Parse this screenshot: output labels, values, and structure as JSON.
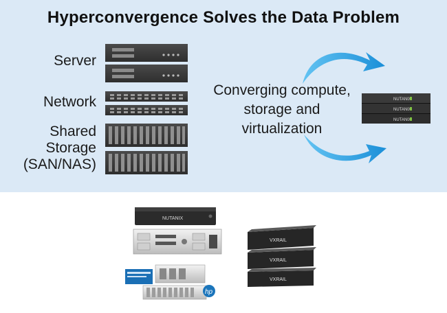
{
  "title": "Hyperconvergence Solves the Data Problem",
  "labels": {
    "server": "Server",
    "network": "Network",
    "storage_line1": "Shared",
    "storage_line2": "Storage",
    "storage_line3": "(SAN/NAS)"
  },
  "converge_text": {
    "line1": "Converging compute,",
    "line2": "storage and",
    "line3": "virtualization"
  },
  "brands": {
    "nutanix_small": "NUTANIX",
    "nutanix_large": "NUTANIX",
    "vxrail_1": "VXRAIL",
    "vxrail_2": "VXRAIL",
    "vxrail_3": "VXRAIL",
    "hp": "hp"
  },
  "colors": {
    "panel": "#dbe9f6",
    "arrow": "#1f9ae0",
    "rack": "#3d3d3d",
    "nutanix_accent": "#7fc241"
  }
}
